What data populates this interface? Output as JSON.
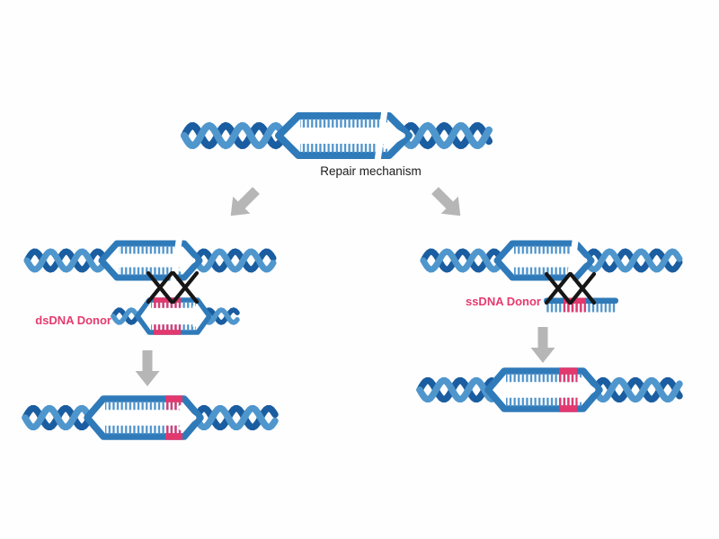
{
  "labels": {
    "repair": "Repair mechanism",
    "dsdna_donor": "dsDNA Donor",
    "ssdna_donor": "ssDNA Donor"
  },
  "colors": {
    "dna_blue": "#2f7ab9",
    "dna_blue_dark": "#1a5da0",
    "dna_blue_light": "#4f96cd",
    "teeth_blue": "#4f93cb",
    "donor_pink": "#e2386e",
    "label_pink": "#e63a6e",
    "arrow_gray": "#b6b6b6",
    "crossover_black": "#161616",
    "label_black": "#1b1b1b",
    "background": "#fefefe"
  }
}
